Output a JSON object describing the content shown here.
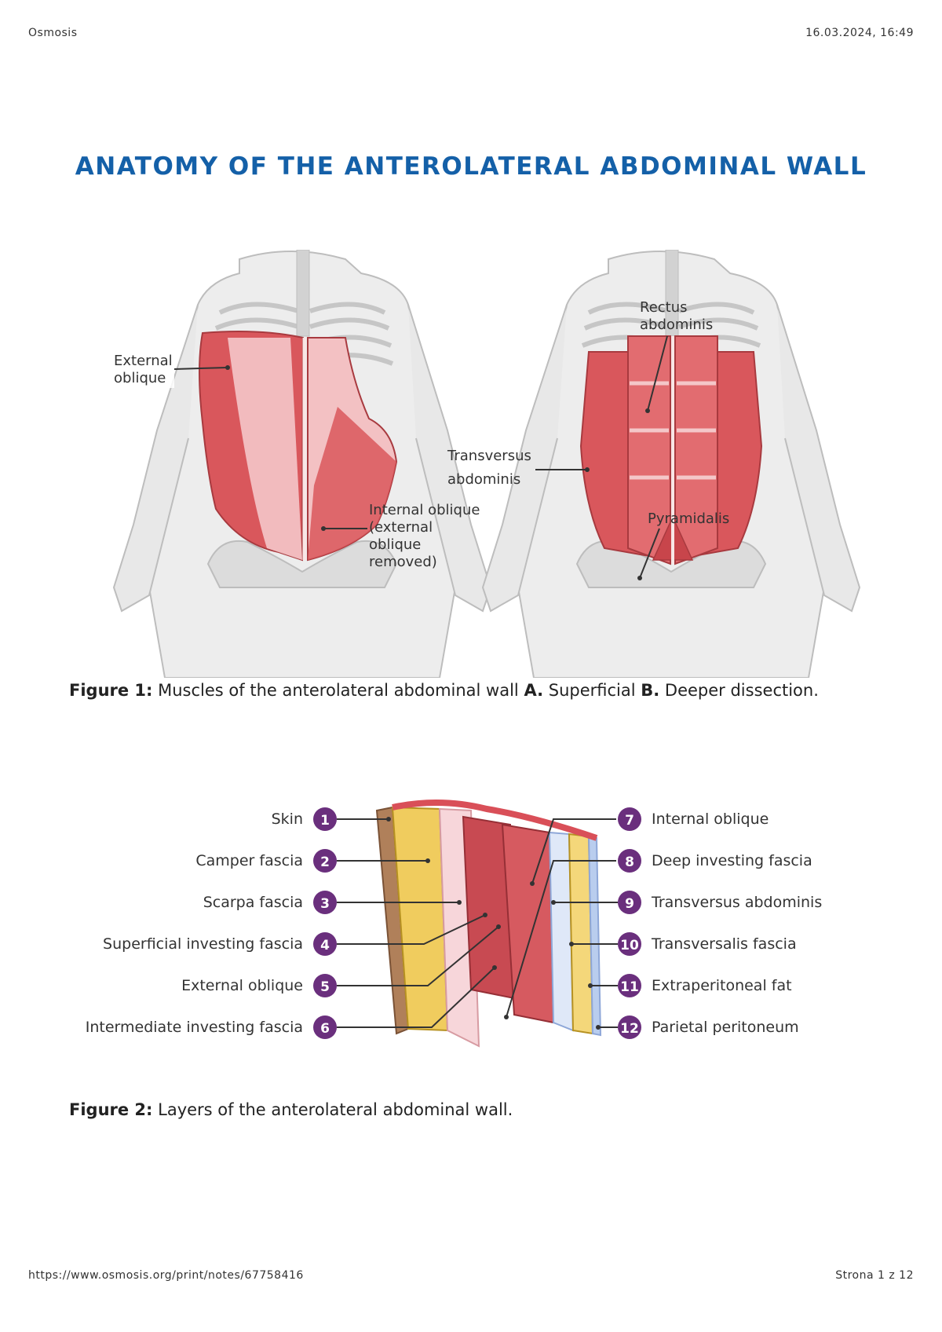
{
  "header": {
    "left": "Osmosis",
    "right": "16.03.2024, 16:49"
  },
  "footer": {
    "left": "https://www.osmosis.org/print/notes/67758416",
    "right": "Strona 1 z 12"
  },
  "title": "ANATOMY OF THE ANTEROLATERAL ABDOMINAL WALL",
  "figure1": {
    "labels": {
      "external_oblique": [
        "External",
        "oblique"
      ],
      "internal_oblique": [
        "Internal oblique",
        "(external",
        "oblique",
        "removed)"
      ],
      "rectus": [
        "Rectus",
        "abdominis"
      ],
      "transversus": [
        "Transversus",
        "abdominis"
      ],
      "pyramidalis": "Pyramidalis"
    },
    "caption_label": "Figure 1:",
    "caption_text_1": " Muscles of the anterolateral abdominal wall ",
    "caption_a": "A.",
    "caption_text_2": " Superficial ",
    "caption_b": "B.",
    "caption_text_3": " Deeper dissection."
  },
  "figure2": {
    "left_layers": [
      {
        "num": "1",
        "label": "Skin"
      },
      {
        "num": "2",
        "label": "Camper fascia"
      },
      {
        "num": "3",
        "label": "Scarpa fascia"
      },
      {
        "num": "4",
        "label": "Superficial investing fascia"
      },
      {
        "num": "5",
        "label": "External oblique"
      },
      {
        "num": "6",
        "label": "Intermediate investing fascia"
      }
    ],
    "right_layers": [
      {
        "num": "7",
        "label": "Internal oblique"
      },
      {
        "num": "8",
        "label": "Deep investing fascia"
      },
      {
        "num": "9",
        "label": "Transversus abdominis"
      },
      {
        "num": "10",
        "label": "Transversalis fascia"
      },
      {
        "num": "11",
        "label": "Extraperitoneal fat"
      },
      {
        "num": "12",
        "label": "Parietal peritoneum"
      }
    ],
    "caption_label": "Figure 2:",
    "caption_text": " Layers of the anterolateral abdominal wall."
  },
  "colors": {
    "title": "#1460a8",
    "badge": "#6a2f7d",
    "muscle": "#d9575c",
    "bone": "#d8d8d8"
  }
}
